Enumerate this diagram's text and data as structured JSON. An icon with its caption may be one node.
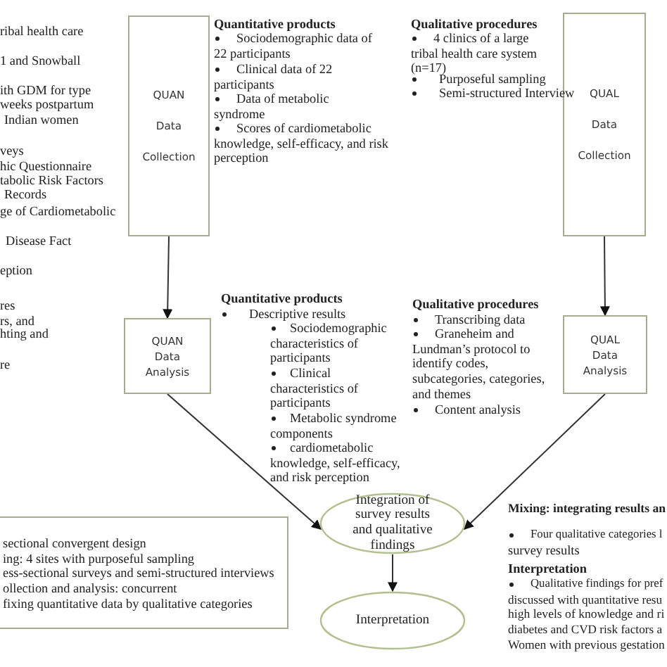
{
  "diagram": {
    "nodes": [
      {
        "text": [
          "QUAN Data Collection"
        ]
      },
      {
        "text": [
          "QUAN Data Analysis"
        ]
      },
      {
        "text": [
          "QUAL Data Collection"
        ]
      },
      {
        "text": [
          "QUAL Data Analysis"
        ]
      },
      {
        "text": [
          "Integration of survey results and qualitative findings"
        ]
      },
      {
        "text": [
          "Interpretation"
        ]
      },
      {
        "text": [
          "sectional convergent design",
          "ing: 4 sites with purposeful sampling",
          "ess-sectional surveys and semi-structured interviews",
          "ollection and analysis: concurrent",
          "fixing quantitative data by qualitative categories"
        ]
      }
    ],
    "edges": [
      {
        "from": 0,
        "to": 1,
        "arrow": "to"
      },
      {
        "from": 2,
        "to": 3,
        "arrow": "to"
      },
      {
        "from": 1,
        "to": 4,
        "arrow": "to"
      },
      {
        "from": 3,
        "to": 4,
        "arrow": "to"
      },
      {
        "from": 4,
        "to": 5,
        "arrow": "to"
      }
    ],
    "labels": [
      "ribal health care",
      "1 and Snowball",
      "ith GDM for type",
      "weeks postpartum",
      "Indian women",
      "veys",
      "hic Questionnaire",
      "tabolic Risk Factors",
      "Records",
      "ge of Cardiometabolic",
      "Disease Fact",
      "eption",
      "res",
      "rs, and",
      "hting and",
      "re",
      "Quantitative products",
      "Sociodemographic data of 22 participants",
      "Clinical data of 22 participants",
      "Data of metabolic syndrome",
      "Scores of cardiometabolic knowledge, self-efficacy, and risk perception",
      "Qualitative procedures",
      "4 clinics of a large tribal health care system (n=17)",
      "Purposeful sampling",
      "Semi-structured Interview",
      "Quantitative products",
      "Descriptive results",
      "Sociodemographic characteristics of participants",
      "Clinical characteristics of participants",
      "Metabolic syndrome components",
      "cardiometabolic knowledge, self-efficacy, and risk perception",
      "Qualitative procedures",
      "Transcribing data",
      "Graneheim and Lundman’s protocol to identify codes, subcategories, categories, and themes",
      "Content analysis",
      "Mixing: integrating results an",
      "Four qualitative categories l",
      "survey results",
      "Interpretation",
      "Qualitative findings for pref",
      "discussed with quantitative resu",
      "high levels of knowledge and ri",
      "diabetes and CVD risk factors a",
      "Women with previous gestation"
    ]
  }
}
